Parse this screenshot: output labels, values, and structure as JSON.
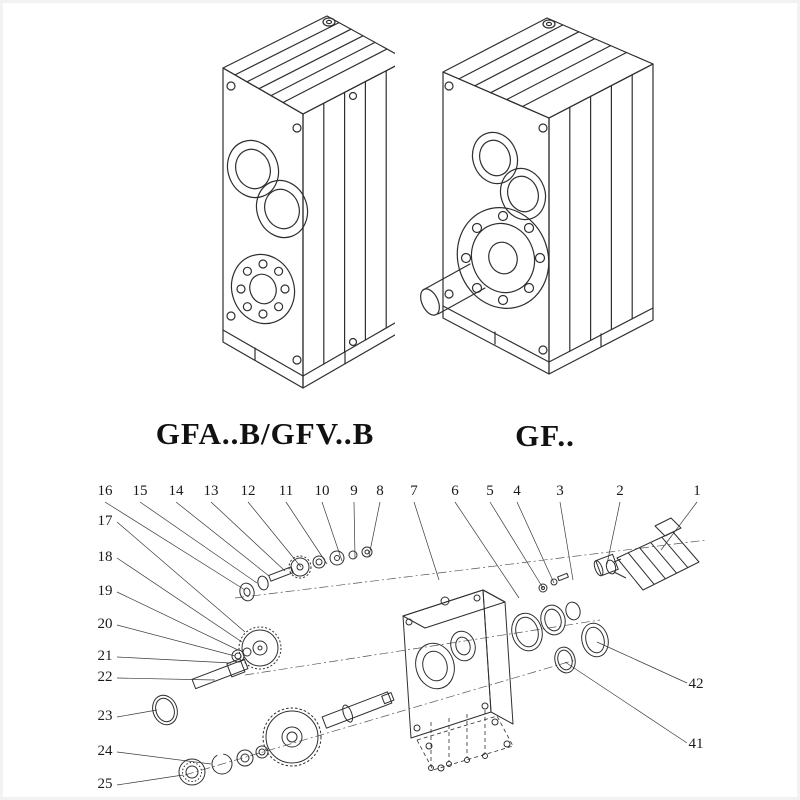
{
  "page": {
    "background": "#ffffff",
    "line_color": "#2f2f2f",
    "text_color": "#111111"
  },
  "models": {
    "left_label": "GFA..B/GFV..B",
    "right_label": "GF.."
  },
  "exploded": {
    "top_callouts": [
      "16",
      "15",
      "14",
      "13",
      "12",
      "11",
      "10",
      "9",
      "8",
      "7",
      "6",
      "5",
      "4",
      "3",
      "2",
      "1"
    ],
    "left_callouts": [
      "17",
      "18",
      "19",
      "20",
      "21",
      "22",
      "23",
      "24",
      "25"
    ],
    "right_callouts": [
      "42",
      "41"
    ]
  }
}
